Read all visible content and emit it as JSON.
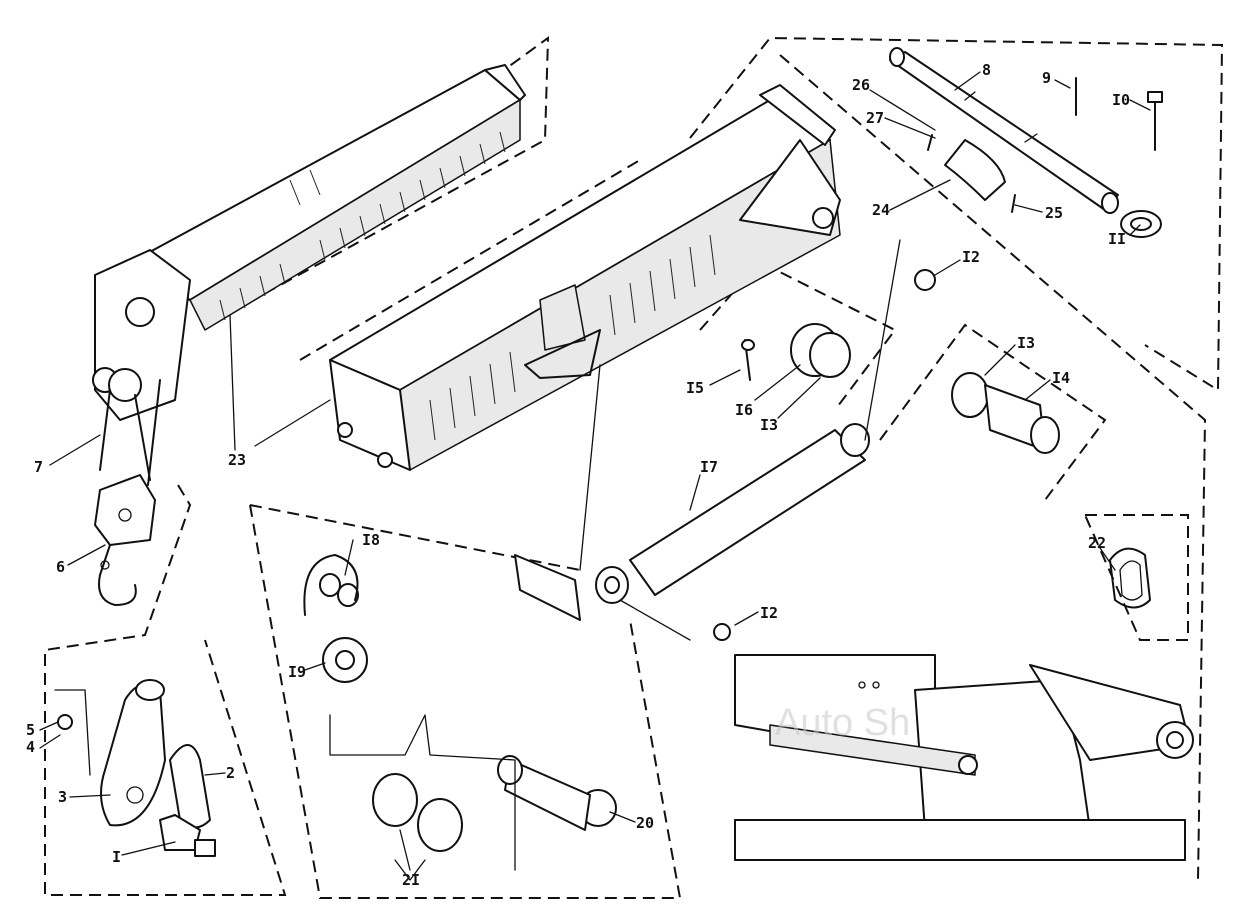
{
  "callouts": [
    {
      "id": "c1",
      "text": "I"
    },
    {
      "id": "c2",
      "text": "2"
    },
    {
      "id": "c3",
      "text": "3"
    },
    {
      "id": "c4",
      "text": "4"
    },
    {
      "id": "c5",
      "text": "5"
    },
    {
      "id": "c6",
      "text": "6"
    },
    {
      "id": "c7",
      "text": "7"
    },
    {
      "id": "c8",
      "text": "8"
    },
    {
      "id": "c9",
      "text": "9"
    },
    {
      "id": "c10",
      "text": "I0"
    },
    {
      "id": "c11",
      "text": "II"
    },
    {
      "id": "c12a",
      "text": "I2"
    },
    {
      "id": "c12b",
      "text": "I2"
    },
    {
      "id": "c13a",
      "text": "I3"
    },
    {
      "id": "c13b",
      "text": "I3"
    },
    {
      "id": "c14",
      "text": "I4"
    },
    {
      "id": "c15",
      "text": "I5"
    },
    {
      "id": "c16",
      "text": "I6"
    },
    {
      "id": "c17",
      "text": "I7"
    },
    {
      "id": "c18",
      "text": "I8"
    },
    {
      "id": "c19",
      "text": "I9"
    },
    {
      "id": "c20",
      "text": "20"
    },
    {
      "id": "c21",
      "text": "2I"
    },
    {
      "id": "c22",
      "text": "22"
    },
    {
      "id": "c23",
      "text": "23"
    },
    {
      "id": "c24",
      "text": "24"
    },
    {
      "id": "c25",
      "text": "25"
    },
    {
      "id": "c26",
      "text": "26"
    },
    {
      "id": "c27",
      "text": "27"
    }
  ],
  "watermark": "Auto Sh"
}
